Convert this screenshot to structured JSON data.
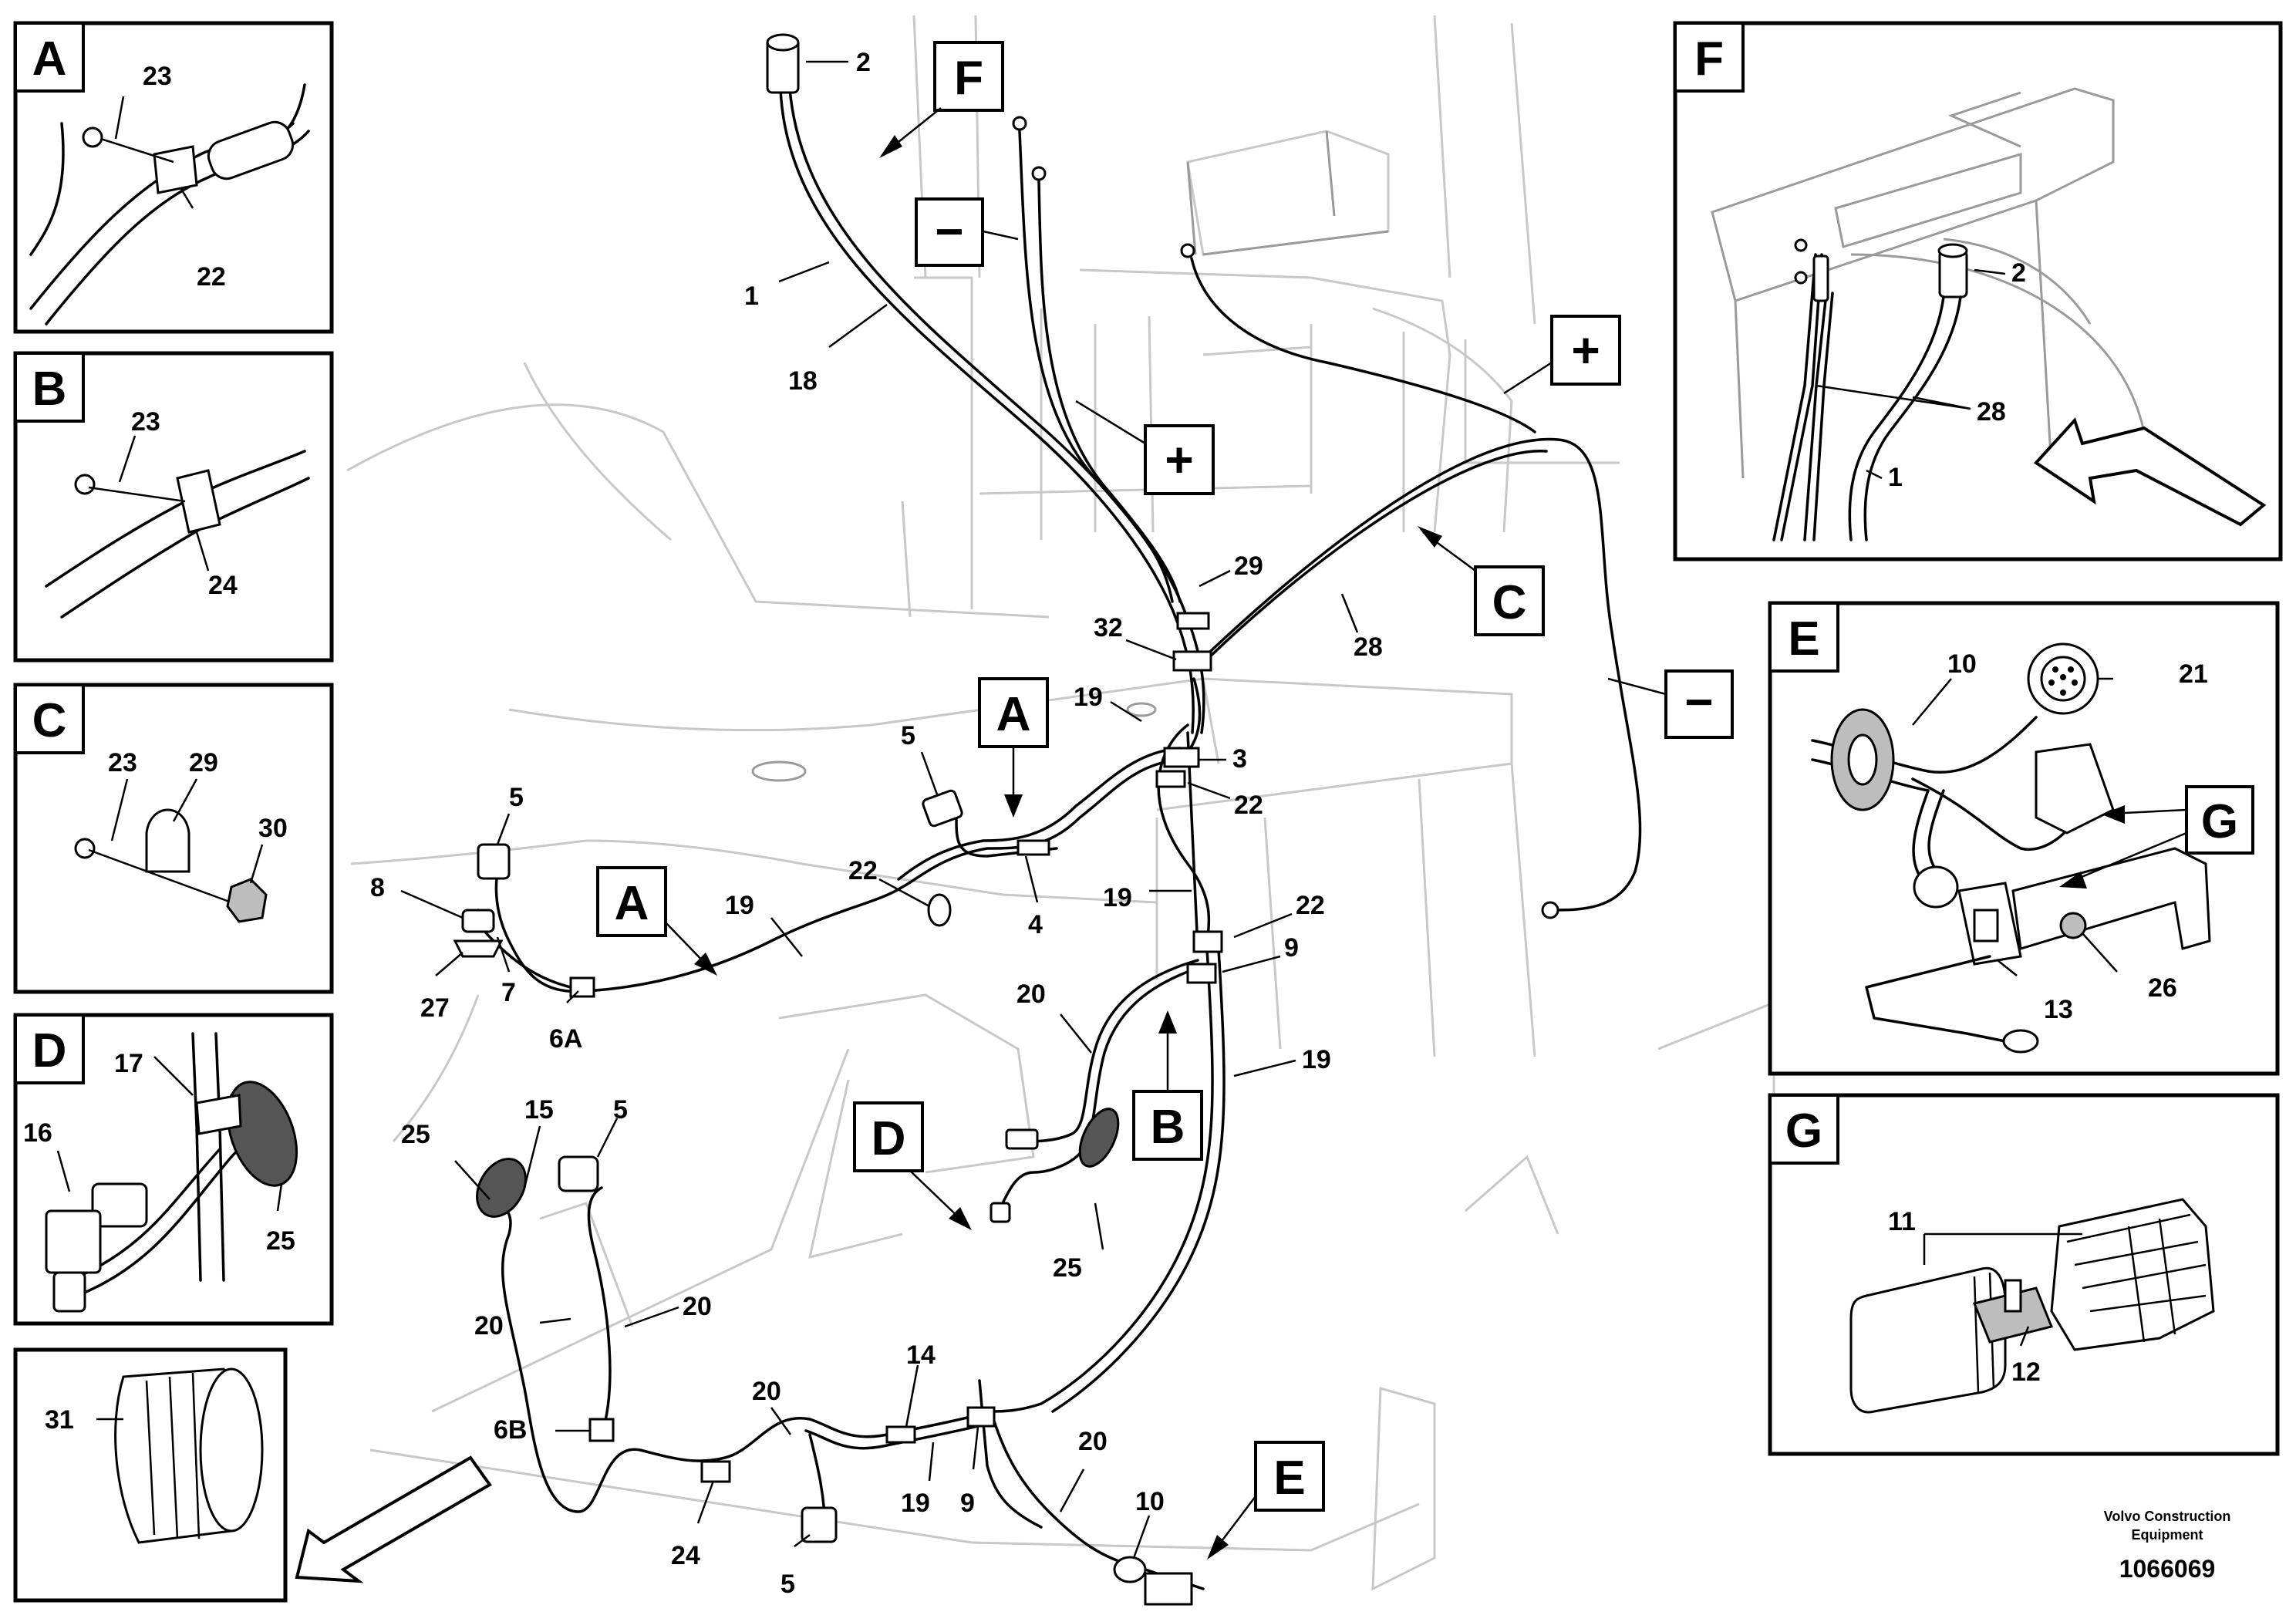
{
  "callouts": {
    "main": {
      "c1": "1",
      "c2": "2",
      "c18": "18",
      "c3": "3",
      "c4": "4",
      "c5a": "5",
      "c5b": "5",
      "c5c": "5",
      "c5d": "5",
      "c6a": "6A",
      "c6b": "6B",
      "c7": "7",
      "c8": "8",
      "c9a": "9",
      "c9b": "9",
      "c10": "10",
      "c14": "14",
      "c15": "15",
      "c19a": "19",
      "c19b": "19",
      "c19c": "19",
      "c19d": "19",
      "c19e": "19",
      "c20a": "20",
      "c20b": "20",
      "c20c": "20",
      "c20d": "20",
      "c20e": "20",
      "c22a": "22",
      "c22b": "22",
      "c22c": "22",
      "c24": "24",
      "c25a": "25",
      "c25b": "25",
      "c27": "27",
      "c28": "28",
      "c29": "29",
      "c32": "32"
    },
    "detail_a": {
      "c23": "23",
      "c22": "22"
    },
    "detail_b": {
      "c23": "23",
      "c24": "24"
    },
    "detail_c": {
      "c23": "23",
      "c29": "29",
      "c30": "30"
    },
    "detail_d": {
      "c17": "17",
      "c16": "16",
      "c25": "25"
    },
    "detail_31": {
      "c31": "31"
    },
    "detail_f": {
      "c2": "2",
      "c28": "28",
      "c1": "1"
    },
    "detail_e": {
      "c10": "10",
      "c21": "21",
      "c13": "13",
      "c26": "26"
    },
    "detail_g": {
      "c11": "11",
      "c12": "12"
    }
  },
  "view_tags": {
    "main_f": "F",
    "main_a1": "A",
    "main_a2": "A",
    "main_b": "B",
    "main_c": "C",
    "main_d": "D",
    "main_e": "E",
    "plus1": "+",
    "plus2": "+",
    "minus1": "−",
    "minus2": "−"
  },
  "detail_titles": {
    "a": "A",
    "b": "B",
    "c": "C",
    "d": "D",
    "f": "F",
    "e": "E",
    "g": "G",
    "g_ref": "G"
  },
  "credit": {
    "line1": "Volvo Construction",
    "line2": "Equipment",
    "id": "1066069"
  }
}
